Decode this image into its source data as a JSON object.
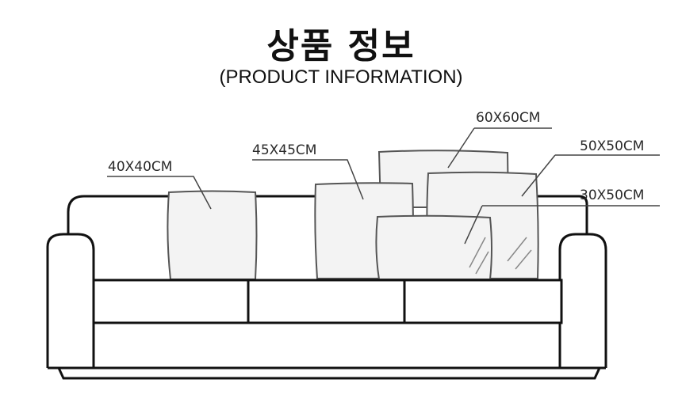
{
  "title": "상품 정보",
  "subtitle": "(PRODUCT INFORMATION)",
  "labels": {
    "size_40": "40X40CM",
    "size_45": "45X45CM",
    "size_60": "60X60CM",
    "size_50": "50X50CM",
    "size_30x50": "30X50CM"
  },
  "colors": {
    "line": "#111111",
    "cushion_fill": "#f2f2f2",
    "leader": "#444444"
  }
}
